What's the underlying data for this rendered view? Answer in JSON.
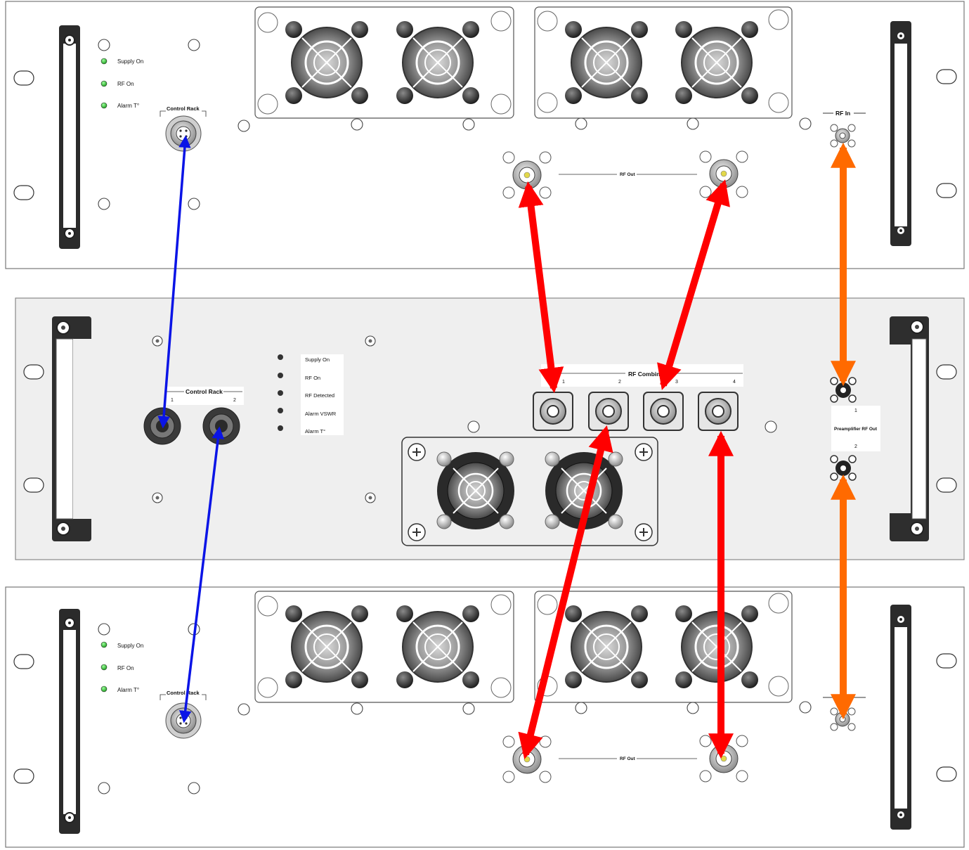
{
  "top_unit": {
    "leds": [
      "Supply On",
      "RF On",
      "Alarm T°"
    ],
    "led_color": "#2fb82f",
    "control_rack_label": "Control Rack",
    "rf_out_label": "RF Out",
    "rf_in_label": "RF In"
  },
  "middle_unit": {
    "control_rack_label": "Control Rack",
    "control_rack_ports": [
      "1",
      "2"
    ],
    "status_labels": [
      "Supply On",
      "RF On",
      "RF Detected",
      "Alarm VSWR",
      "Alarm T°"
    ],
    "rf_combiner_label": "RF Combiner",
    "rf_combiner_ports": [
      "1",
      "2",
      "3",
      "4"
    ],
    "preamp_label": "Preamplifier RF Out",
    "preamp_ports": [
      "1",
      "2"
    ]
  },
  "bottom_unit": {
    "leds": [
      "Supply On",
      "RF On",
      "Alarm T°"
    ],
    "led_color": "#2fb82f",
    "control_rack_label": "Control Rack",
    "rf_out_label": "RF Out"
  },
  "colors": {
    "control_cable": "#0a14e6",
    "rf_cable": "#ff0000",
    "rf_in_cable": "#ff6a00",
    "panel_fill": "#ffffff",
    "middle_panel_fill": "#efefef"
  },
  "icons": [
    "rack-handle-icon",
    "fan-icon",
    "led-icon",
    "connector-icon",
    "screw-icon",
    "mounting-slot-icon"
  ]
}
